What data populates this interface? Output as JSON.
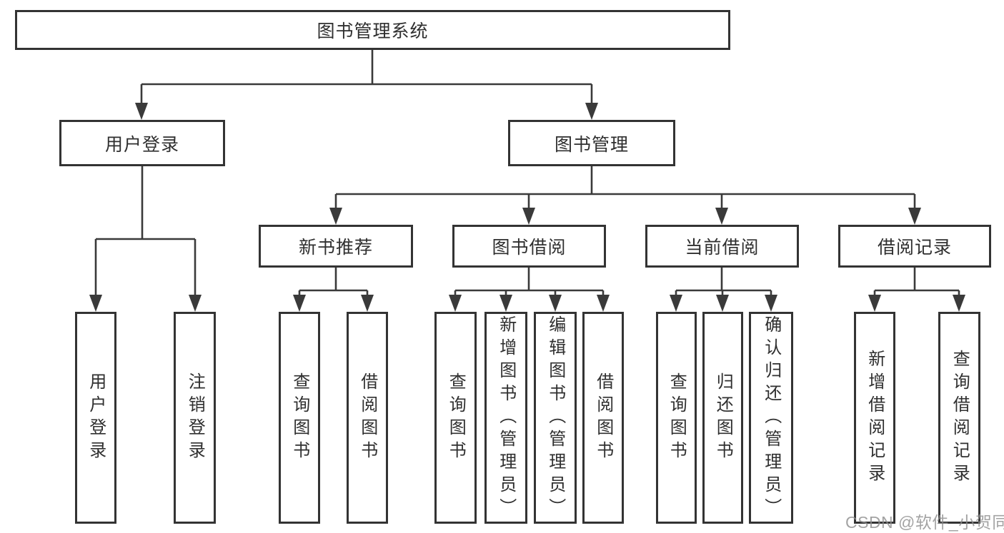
{
  "diagram": {
    "root": {
      "label": "图书管理系统"
    },
    "children": [
      {
        "label": "用户登录",
        "children": [
          {
            "label": "用户登录"
          },
          {
            "label": "注销登录"
          }
        ]
      },
      {
        "label": "图书管理",
        "children": [
          {
            "label": "新书推荐",
            "children": [
              {
                "label": "查询图书"
              },
              {
                "label": "借阅图书"
              }
            ]
          },
          {
            "label": "图书借阅",
            "children": [
              {
                "label": "查询图书"
              },
              {
                "label": "新增图书（管理员）"
              },
              {
                "label": "编辑图书（管理员）"
              },
              {
                "label": "借阅图书"
              }
            ]
          },
          {
            "label": "当前借阅",
            "children": [
              {
                "label": "查询图书"
              },
              {
                "label": "归还图书"
              },
              {
                "label": "确认归还（管理员）"
              }
            ]
          },
          {
            "label": "借阅记录",
            "children": [
              {
                "label": "新增借阅记录"
              },
              {
                "label": "查询借阅记录"
              }
            ]
          }
        ]
      }
    ]
  },
  "watermark": {
    "text": "CSDN @软件_小贺同学"
  },
  "colors": {
    "line": "#3a3a3a",
    "box_border": "#333333",
    "text": "#2f2f2f",
    "watermark": "#8c8c8c",
    "background": "#ffffff"
  }
}
